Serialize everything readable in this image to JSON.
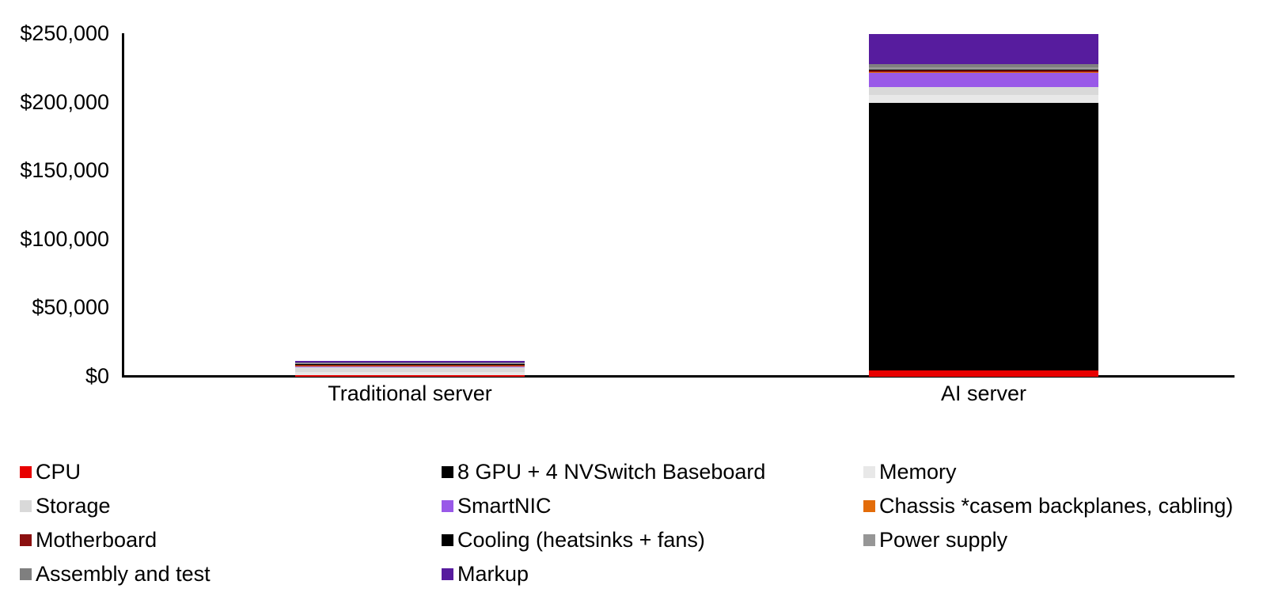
{
  "chart_data": {
    "type": "bar",
    "stacked": true,
    "title": "",
    "xlabel": "",
    "ylabel": "",
    "categories": [
      "Traditional server",
      "AI server"
    ],
    "series": [
      {
        "name": "CPU",
        "color": "#e80000",
        "values": [
          1200,
          4600
        ]
      },
      {
        "name": "8 GPU + 4 NVSwitch Baseboard",
        "color": "#000000",
        "values": [
          0,
          195000
        ]
      },
      {
        "name": "Memory",
        "color": "#e8e8e8",
        "values": [
          2500,
          6000
        ]
      },
      {
        "name": "Storage",
        "color": "#d9d9d9",
        "values": [
          3000,
          5500
        ]
      },
      {
        "name": "SmartNIC",
        "color": "#9959e8",
        "values": [
          1200,
          10400
        ]
      },
      {
        "name": "Chassis *casem backplanes, cabling)",
        "color": "#e36c09",
        "values": [
          200,
          1000
        ]
      },
      {
        "name": "Motherboard",
        "color": "#8b1010",
        "values": [
          600,
          1100
        ]
      },
      {
        "name": "Cooling (heatsinks + fans)",
        "color": "#000000",
        "values": [
          300,
          600
        ]
      },
      {
        "name": "Power supply",
        "color": "#969696",
        "values": [
          600,
          1500
        ]
      },
      {
        "name": "Assembly and test",
        "color": "#7f7f7f",
        "values": [
          700,
          2300
        ]
      },
      {
        "name": "Markup",
        "color": "#571c9e",
        "values": [
          1200,
          22000
        ]
      }
    ],
    "ylim": [
      0,
      250000
    ],
    "yticks": [
      0,
      50000,
      100000,
      150000,
      200000,
      250000
    ],
    "ytick_labels": [
      "$0",
      "$50,000",
      "$100,000",
      "$150,000",
      "$200,000",
      "$250,000"
    ],
    "grid": false,
    "legend_position": "bottom",
    "legend_columns": 3
  }
}
